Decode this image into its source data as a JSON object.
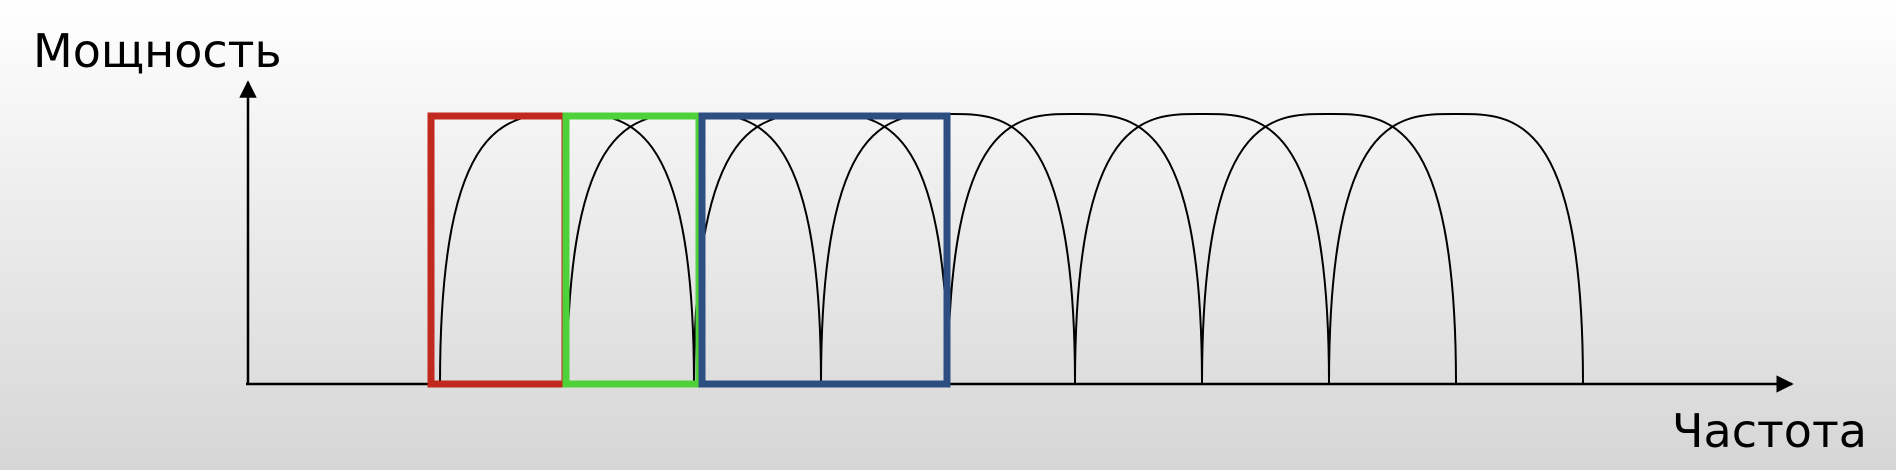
{
  "diagram": {
    "y_axis_label": "Мощность",
    "x_axis_label": "Частота",
    "subcarrier_count": 8,
    "highlight_frames": [
      {
        "name": "red-frame",
        "color": "#c1291f",
        "covers_subcarriers": [
          1,
          2
        ]
      },
      {
        "name": "green-frame",
        "color": "#4fd13a",
        "covers_subcarriers": [
          2,
          3
        ]
      },
      {
        "name": "blue-frame",
        "color": "#2d4e80",
        "covers_subcarriers": [
          3,
          4
        ]
      }
    ],
    "colors": {
      "axis": "#000000",
      "curve": "#000000",
      "background_top": "#ffffff",
      "background_bottom": "#d6d6d6"
    }
  }
}
